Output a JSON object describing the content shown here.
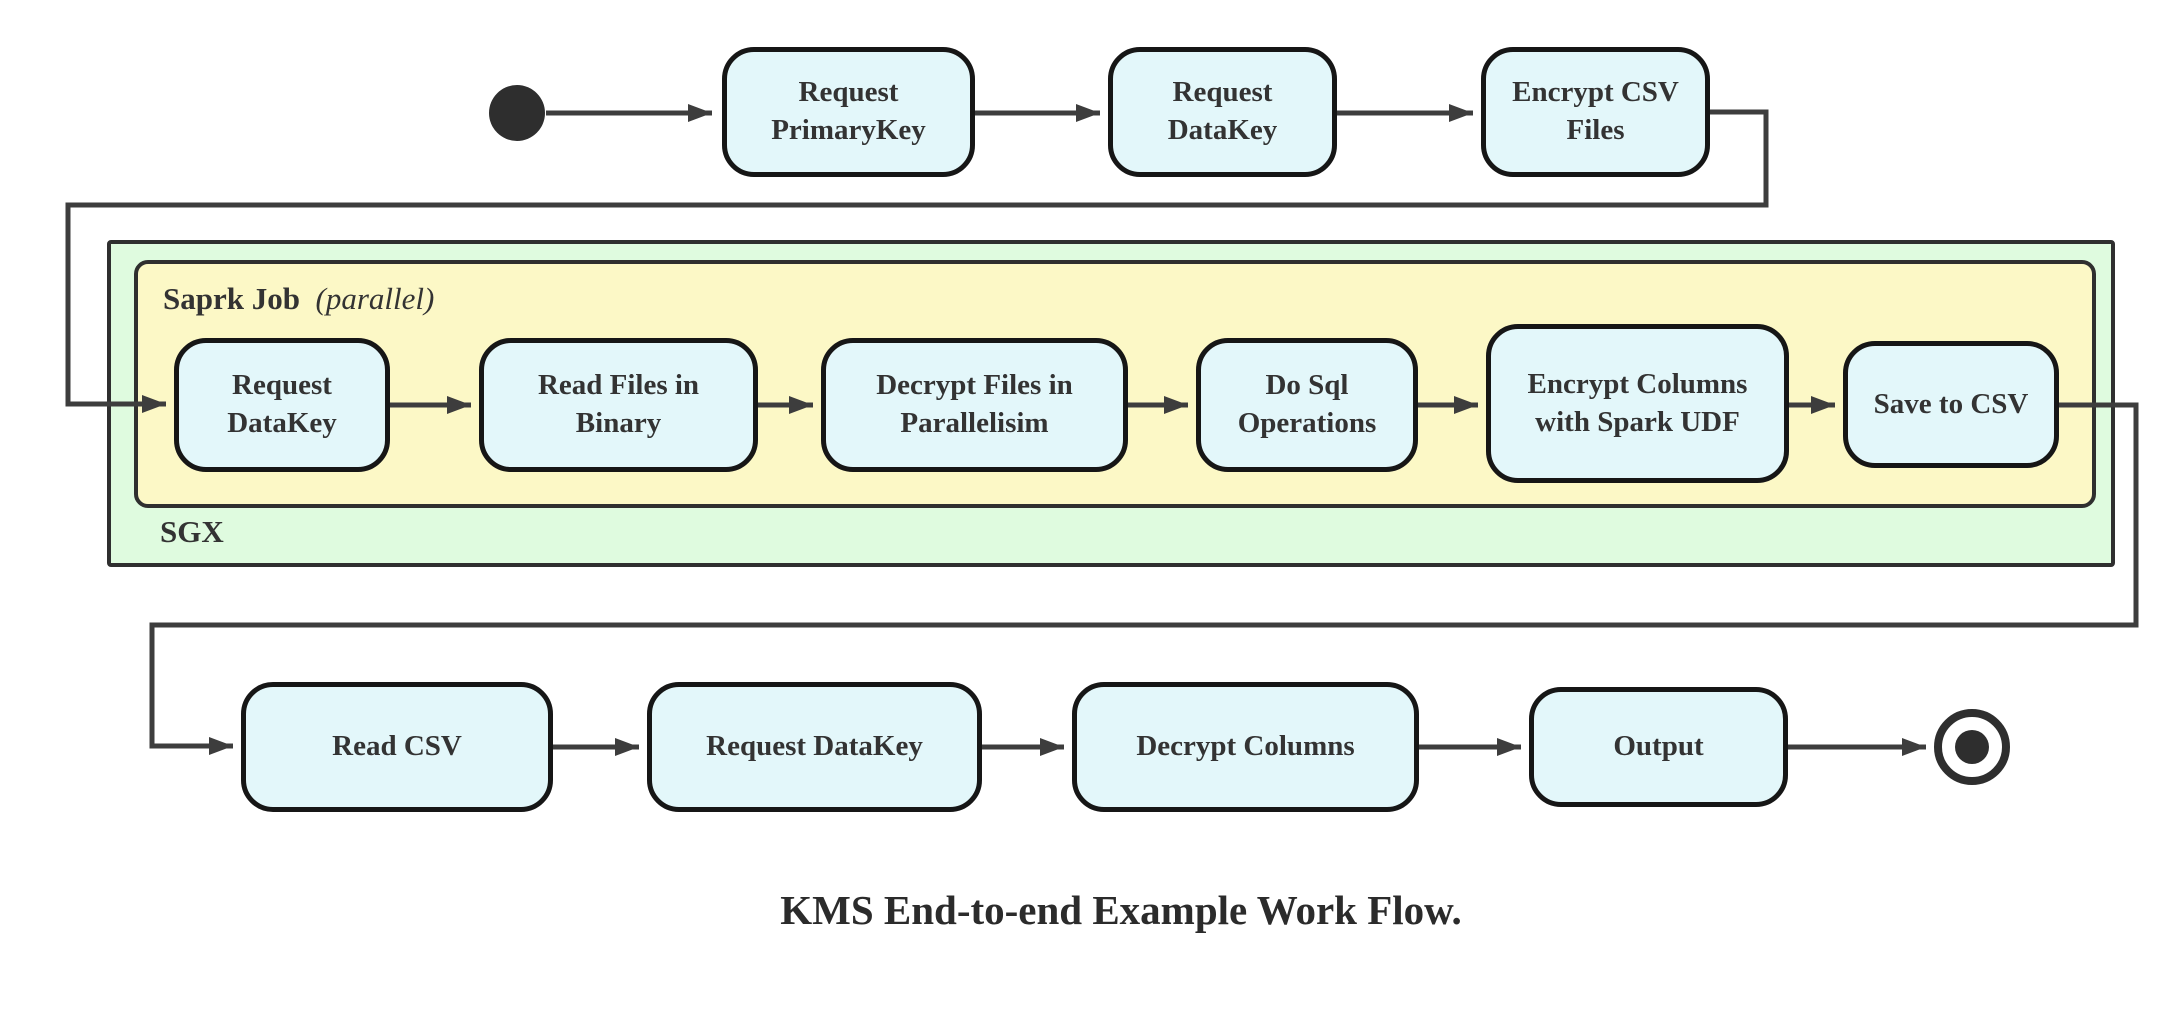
{
  "diagram": {
    "caption": "KMS End-to-end Example Work Flow.",
    "containers": {
      "sgx": {
        "label": "SGX"
      },
      "spark_job": {
        "label": "Saprk Job",
        "label_suffix": "(parallel)"
      }
    },
    "nodes": {
      "top": [
        "Request PrimaryKey",
        "Request DataKey",
        "Encrypt CSV Files"
      ],
      "middle": [
        "Request DataKey",
        "Read Files in Binary",
        "Decrypt Files in Parallelisim",
        "Do Sql Operations",
        "Encrypt Columns with Spark UDF",
        "Save to CSV"
      ],
      "bottom": [
        "Read CSV",
        "Request DataKey",
        "Decrypt Columns",
        "Output"
      ]
    },
    "markers": {
      "start": "initial-state",
      "end": "final-state"
    },
    "colors": {
      "node_fill": "#e3f7fa",
      "node_border": "#161616",
      "sgx_fill": "#dffbdf",
      "spark_fill": "#fcf8c6",
      "edge": "#3d3d3d",
      "text": "#333333",
      "background": "#ffffff"
    }
  }
}
